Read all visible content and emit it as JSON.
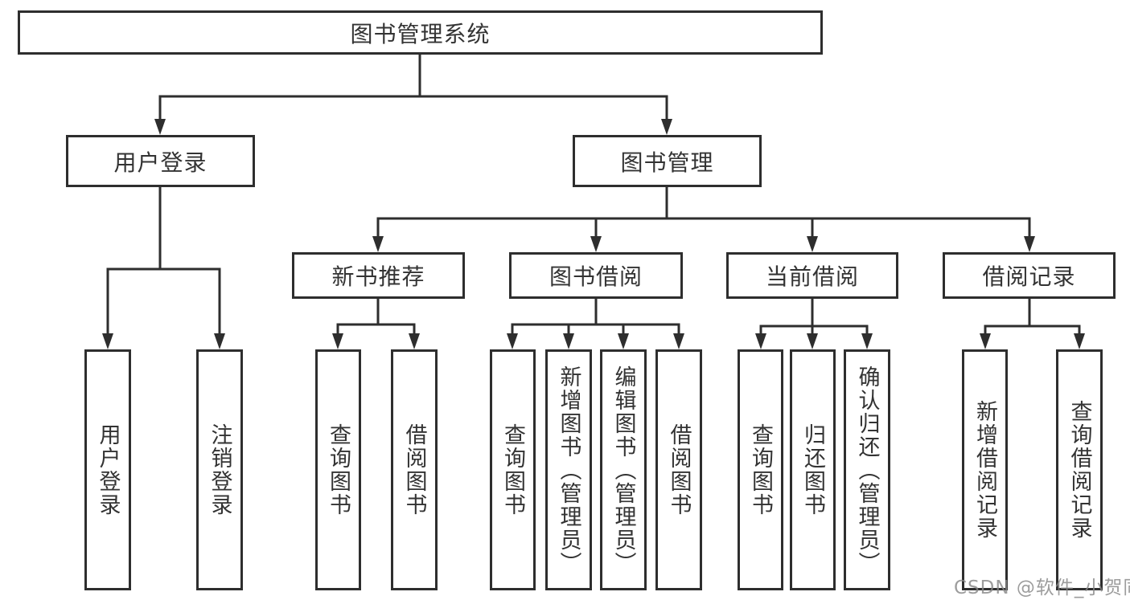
{
  "diagram": {
    "title": "图书管理系统",
    "branches": {
      "user_login": "用户登录",
      "book_management": "图书管理"
    },
    "modules": {
      "new_book_recommend": "新书推荐",
      "book_borrowing": "图书借阅",
      "current_borrowing": "当前借阅",
      "borrowing_records": "借阅记录"
    },
    "leaves": {
      "user_login": "用户登录",
      "logout_login": "注销登录",
      "nb_query_books": "查询图书",
      "nb_borrow_books": "借阅图书",
      "bb_query_books": "查询图书",
      "bb_add_books_admin": "新增图书（管理员）",
      "bb_edit_books_admin": "编辑图书（管理员）",
      "bb_borrow_books": "借阅图书",
      "cb_query_books": "查询图书",
      "cb_return_books": "归还图书",
      "cb_confirm_return_admin": "确认归还（管理员）",
      "br_add_record": "新增借阅记录",
      "br_query_record": "查询借阅记录"
    }
  },
  "watermark": "CSDN @软件_小贺同学",
  "colors": {
    "line": "#2e2e2e",
    "text": "#333333",
    "background": "#ffffff",
    "watermark": "#878787"
  }
}
